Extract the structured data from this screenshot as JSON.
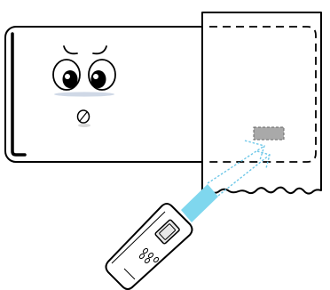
{
  "illustration": {
    "device": "air-conditioner-indoor-unit",
    "face": "surprised",
    "hidden_part": "dashed-outline-behind-paper",
    "receiver": "remote-signal-receiver",
    "signal": "infrared-beam",
    "controller": "wireless-remote-control"
  },
  "colors": {
    "stroke": "#000000",
    "eye_shadow": "#cfd8e6",
    "mouth_shadow": "#d9d9d9",
    "receiver_fill": "#a9a9a9",
    "beam": "#7fd7ee",
    "signal_arrow": "#6cc7e8",
    "remote_body": "#ffffff",
    "remote_screen": "#e8e8e8"
  }
}
